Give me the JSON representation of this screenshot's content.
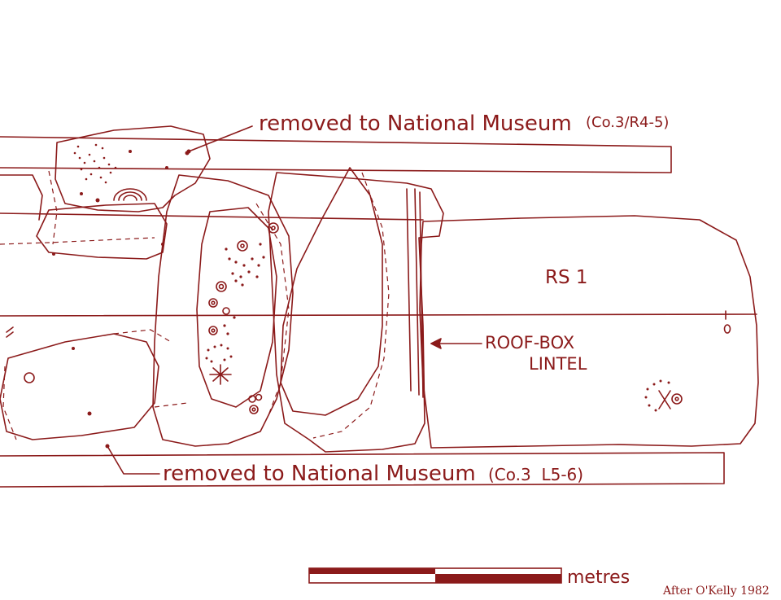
{
  "annotations": {
    "top_label": "removed to National Museum",
    "top_ref": "(Co.3/R4-5)",
    "bottom_label": "removed to National Museum",
    "bottom_ref": "(Co.3  L5-6)",
    "stone_id": "RS 1",
    "roofbox_line1": "ROOF-BOX",
    "roofbox_line2": "LINTEL"
  },
  "scale": {
    "unit": "metres"
  },
  "credit": "After O'Kelly 1982",
  "colors": {
    "ink": "#8b1a1a",
    "paper": "#ffffff"
  }
}
